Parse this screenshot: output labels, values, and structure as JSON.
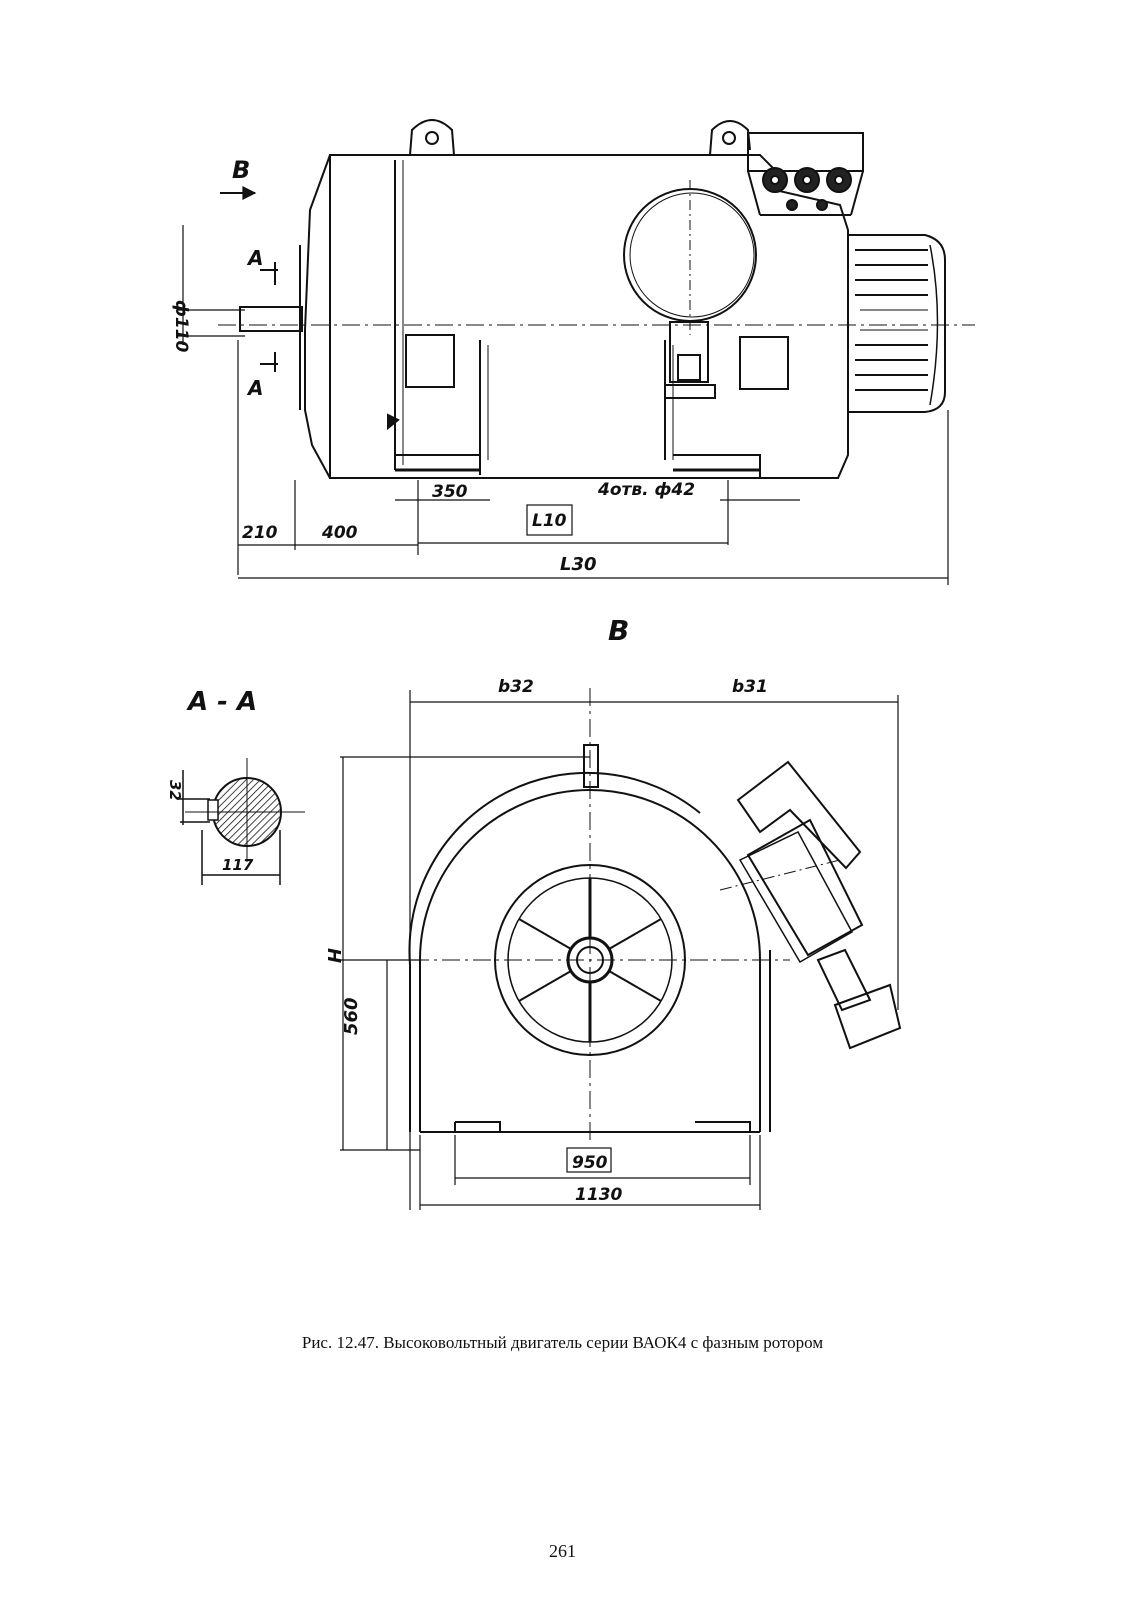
{
  "side_view": {
    "view_arrow": "B",
    "section_marks": [
      "A",
      "A"
    ],
    "dims": {
      "shaft_diameter": "ф110",
      "foot_length": "350",
      "holes": "4отв. ф42",
      "l10": "L10",
      "shaft_length": "210",
      "shaft_to_foot": "400",
      "l30": "L30"
    }
  },
  "end_view": {
    "title": "B",
    "dims": {
      "b32": "b32",
      "b31": "b31",
      "height": "H",
      "axis_height": "560",
      "foot_spacing": "950",
      "overall_width": "1130"
    }
  },
  "section_view": {
    "title": "A - A",
    "dims": {
      "key_width": "32",
      "key_depth": "117"
    }
  },
  "caption": "Рис. 12.47. Высоковольтный двигатель серии ВАОК4 с фазным ротором",
  "page_number": "261"
}
